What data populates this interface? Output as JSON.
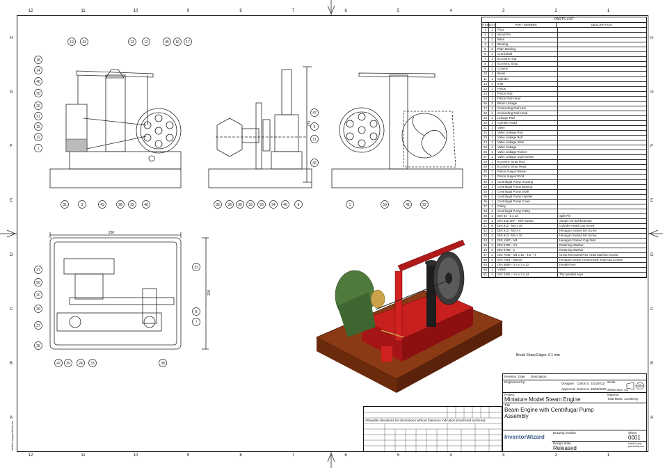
{
  "zones_horizontal": [
    "12",
    "11",
    "10",
    "9",
    "8",
    "7",
    "6",
    "5",
    "4",
    "3",
    "2",
    "1"
  ],
  "zones_vertical": [
    "H",
    "G",
    "F",
    "E",
    "D",
    "C",
    "B",
    "A"
  ],
  "parts_list": {
    "title": "PARTS LIST",
    "headers": {
      "item": "ITEM",
      "qty": "QTY",
      "part": "PART NUMBER",
      "desc": "DESCRIPTION"
    },
    "rows": [
      [
        "1",
        "1",
        "Floor",
        ""
      ],
      [
        "2",
        "2",
        "Wood Pin",
        ""
      ],
      [
        "3",
        "1",
        "Base",
        ""
      ],
      [
        "4",
        "1",
        "Bearing",
        ""
      ],
      [
        "5",
        "2",
        "Plain Bearing",
        ""
      ],
      [
        "6",
        "1",
        "Crankshaft",
        ""
      ],
      [
        "7",
        "1",
        "Eccentric Hub",
        ""
      ],
      [
        "8",
        "1",
        "Eccentric Strap",
        ""
      ],
      [
        "9",
        "1",
        "Column",
        ""
      ],
      [
        "10",
        "1",
        "Beam",
        ""
      ],
      [
        "11",
        "1",
        "Cylinder",
        ""
      ],
      [
        "12",
        "1",
        "Inlet",
        ""
      ],
      [
        "13",
        "1",
        "Piston",
        ""
      ],
      [
        "14",
        "1",
        "Piston Rod",
        ""
      ],
      [
        "15",
        "1",
        "Piston Rod Head",
        ""
      ],
      [
        "16",
        "2",
        "Beam Linkage",
        ""
      ],
      [
        "17",
        "1",
        "Connecting Rod Link",
        ""
      ],
      [
        "18",
        "1",
        "Connecting Rod Head",
        ""
      ],
      [
        "19",
        "4",
        "Linkage Rod",
        ""
      ],
      [
        "20",
        "1",
        "Cylinder Head",
        ""
      ],
      [
        "21",
        "1",
        "Valve",
        ""
      ],
      [
        "22",
        "1",
        "Valve Linkage Rod",
        ""
      ],
      [
        "23",
        "1",
        "Valve Linkage Bolt",
        ""
      ],
      [
        "24",
        "1",
        "Valve Linkage Strut",
        ""
      ],
      [
        "25",
        "1",
        "Valve Linkage",
        ""
      ],
      [
        "26",
        "1",
        "Valve Linkage Rocker",
        ""
      ],
      [
        "27",
        "1",
        "Valve Linkage Dual Rocker",
        ""
      ],
      [
        "28",
        "1",
        "Eccentric Strap Rod",
        ""
      ],
      [
        "29",
        "1",
        "Eccentric Strap Head",
        ""
      ],
      [
        "30",
        "1",
        "Piston Support Beam",
        ""
      ],
      [
        "31",
        "1",
        "Piston Support Rod",
        ""
      ],
      [
        "32",
        "1",
        "Centrifugal Pump Housing",
        ""
      ],
      [
        "33",
        "1",
        "Centrifugal Pump Bearing",
        ""
      ],
      [
        "34",
        "1",
        "Centrifugal Pump Shaft",
        ""
      ],
      [
        "35",
        "1",
        "Centrifugal Pump Impeller",
        ""
      ],
      [
        "36",
        "1",
        "Centrifugal Pump Cover",
        ""
      ],
      [
        "37",
        "1",
        "Pulley",
        ""
      ],
      [
        "38",
        "1",
        "Centrifugal Pump Pulley",
        ""
      ],
      [
        "39",
        "1",
        "DIN 94 - 2 x 12",
        "Split Pin"
      ],
      [
        "40",
        "1",
        "DIN 625 SKF - SKF 61902",
        "Single row ball bearings"
      ],
      [
        "41",
        "8",
        "DIN 912 - M4 x 16",
        "Cylinder Head Cap Screw"
      ],
      [
        "42",
        "2",
        "DIN 913 - M3 x 4",
        "Hexagon Socket Set Screw"
      ],
      [
        "43",
        "2",
        "DIN 913 - M4 x 10",
        "Hexagon Socket Set Screw"
      ],
      [
        "44",
        "1",
        "DIN 1587 - M4",
        "Hexagon Domed Cap Nuts"
      ],
      [
        "45",
        "3",
        "DIN 6799 - 3.2",
        "Retaining Washer"
      ],
      [
        "46",
        "2",
        "DIN 6799 - 6",
        "Retaining Washer"
      ],
      [
        "47",
        "2",
        "ISO 7045 - M4 x 16 - 4.8 - H",
        "Cross Recessed Pan Head Machine Screw"
      ],
      [
        "48",
        "4",
        "DIN 7991 - M5x40",
        "Hexagon socket countersunk head cap screws"
      ],
      [
        "49",
        "1",
        "DIN 6885 - A 5 x 3 x 22",
        "Parallel Key"
      ],
      [
        "50",
        "1",
        "V-Belt",
        ""
      ],
      [
        "51",
        "1",
        "ISO 2491 - A  5 x 3 x 14",
        "Thin parallel keys"
      ]
    ]
  },
  "dimensions": {
    "width": "250",
    "depth": "200",
    "height": "275"
  },
  "balloons_front": [
    "19",
    "43",
    "13",
    "12",
    "45",
    "16",
    "17",
    "18",
    "14",
    "40",
    "30",
    "20",
    "21",
    "15",
    "12",
    "1",
    "31",
    "3",
    "43",
    "28",
    "22",
    "48"
  ],
  "balloons_side": [
    "47",
    "6",
    "11",
    "42",
    "36",
    "38",
    "35",
    "33",
    "50",
    "34",
    "46",
    "6"
  ],
  "balloons_rear": [
    "1",
    "50",
    "41",
    "32"
  ],
  "balloons_top": [
    "37",
    "50",
    "20",
    "26",
    "27",
    "25",
    "42",
    "39",
    "24",
    "33",
    "32",
    "8",
    "7",
    "38"
  ],
  "break_note": "Break Sharp Edges: 0.1 mm",
  "tolerance": {
    "caption": "Allowable deviations for dimensions without tolerance indication (machined surfaces)"
  },
  "title_block": {
    "revision_label": "Revision",
    "date_label": "Date",
    "description_label": "Description",
    "engineered_by": "Engineered by:",
    "designer_label": "Designer",
    "designer": "Carlos S.",
    "design_date": "3/13/2012",
    "approved_label": "Approved",
    "approver": "Carlos S.",
    "approved_date": "28/09/2020",
    "scale_label": "Scale",
    "sheet_size": "Sheet Size: A3",
    "material_label": "Material",
    "total_mass": "Total Mass: 13.645 kg",
    "project_label": "Project:",
    "project": "Miniature Model Steam Engine",
    "title_label": "Title",
    "title_line1": "Beam Engine with Centrifugal Pump",
    "title_line2": "Assembly",
    "drawing_number_label": "Drawing number",
    "sheet_label": "Sheet",
    "sheet": "0001",
    "design_state_label": "Design State",
    "design_state": "Released",
    "logo": "InventorWizard",
    "license": "Valid for any part-family use"
  },
  "colors": {
    "base_wood": "#8a3a14",
    "frame_red": "#c81f1f",
    "pump_green": "#4f7a3c",
    "wheel_gray": "#3a3a3a",
    "brass": "#c9a24a"
  }
}
